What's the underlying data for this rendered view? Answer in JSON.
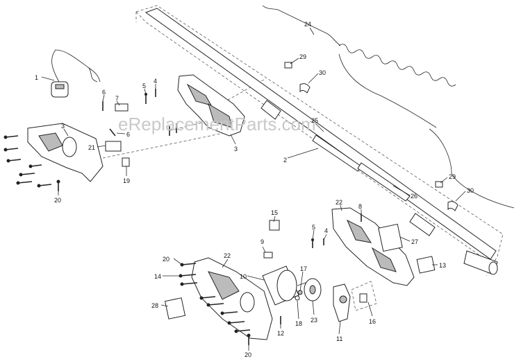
{
  "watermark": "eReplacementParts.com",
  "labels": [
    "1",
    "2",
    "3",
    "3",
    "4",
    "4",
    "5",
    "5",
    "6",
    "6",
    "7",
    "8",
    "9",
    "10",
    "11",
    "12",
    "13",
    "14",
    "15",
    "16",
    "17",
    "18",
    "19",
    "20",
    "20",
    "20",
    "21",
    "22",
    "22",
    "23",
    "24",
    "25",
    "26",
    "27",
    "28",
    "29",
    "29",
    "30",
    "30"
  ],
  "colors": {
    "line": "#222222",
    "shade": "#bbbbbb",
    "watermark": "#c9c9c9"
  }
}
